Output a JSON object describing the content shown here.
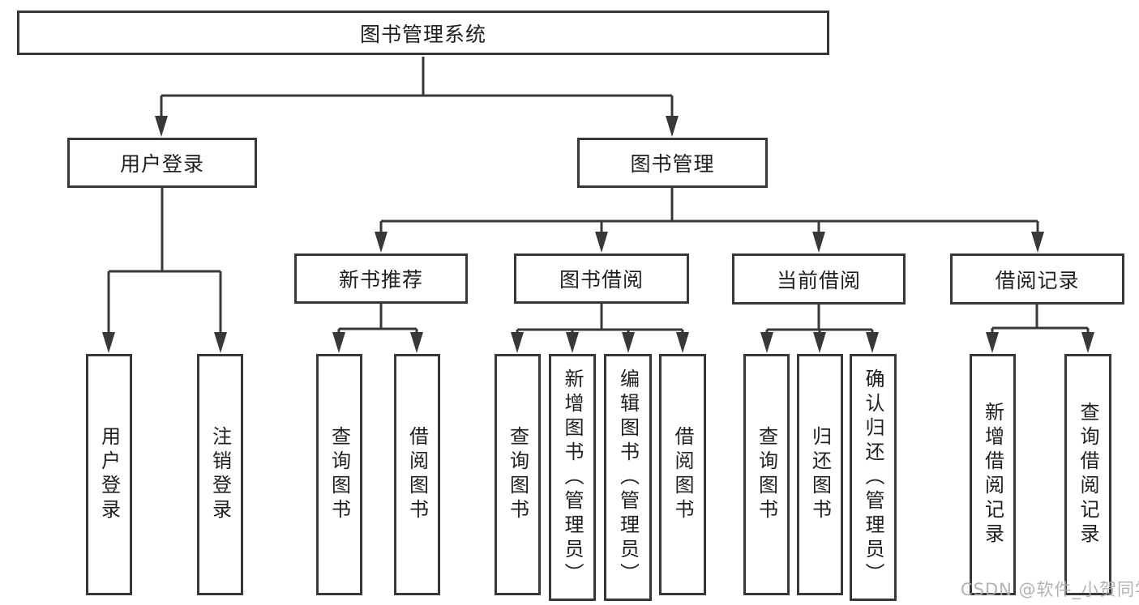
{
  "title": "图书管理系统",
  "watermark": "CSDN @软件_小贺同学",
  "colors": {
    "line": "#383838",
    "box_border": "#383838",
    "text": "#1f1f1f",
    "watermark": "#adadad",
    "background": "#ffffff"
  },
  "nodes": {
    "root": "图书管理系统",
    "user_login": "用户登录",
    "book_management": "图书管理",
    "new_book_recommend": "新书推荐",
    "book_borrowing": "图书借阅",
    "current_borrowing": "当前借阅",
    "borrowing_records": "借阅记录",
    "user_login_leaf": "用户登录",
    "logout_leaf": "注销登录",
    "nb_query_books": "查询图书",
    "nb_borrow_books": "借阅图书",
    "bb_query_books": "查询图书",
    "bb_add_books": "新增图书（管理员）",
    "bb_edit_books": "编辑图书（管理员）",
    "bb_borrow_books": "借阅图书",
    "cb_query_books": "查询图书",
    "cb_return_books": "归还图书",
    "cb_confirm_return": "确认归还（管理员）",
    "br_add_record": "新增借阅记录",
    "br_query_record": "查询借阅记录"
  },
  "hierarchy": [
    {
      "parent": "图书管理系统",
      "children": [
        "用户登录",
        "图书管理"
      ]
    },
    {
      "parent": "用户登录",
      "children": [
        "用户登录",
        "注销登录"
      ]
    },
    {
      "parent": "图书管理",
      "children": [
        "新书推荐",
        "图书借阅",
        "当前借阅",
        "借阅记录"
      ]
    },
    {
      "parent": "新书推荐",
      "children": [
        "查询图书",
        "借阅图书"
      ]
    },
    {
      "parent": "图书借阅",
      "children": [
        "查询图书",
        "新增图书（管理员）",
        "编辑图书（管理员）",
        "借阅图书"
      ]
    },
    {
      "parent": "当前借阅",
      "children": [
        "查询图书",
        "归还图书",
        "确认归还（管理员）"
      ]
    },
    {
      "parent": "借阅记录",
      "children": [
        "新增借阅记录",
        "查询借阅记录"
      ]
    }
  ]
}
